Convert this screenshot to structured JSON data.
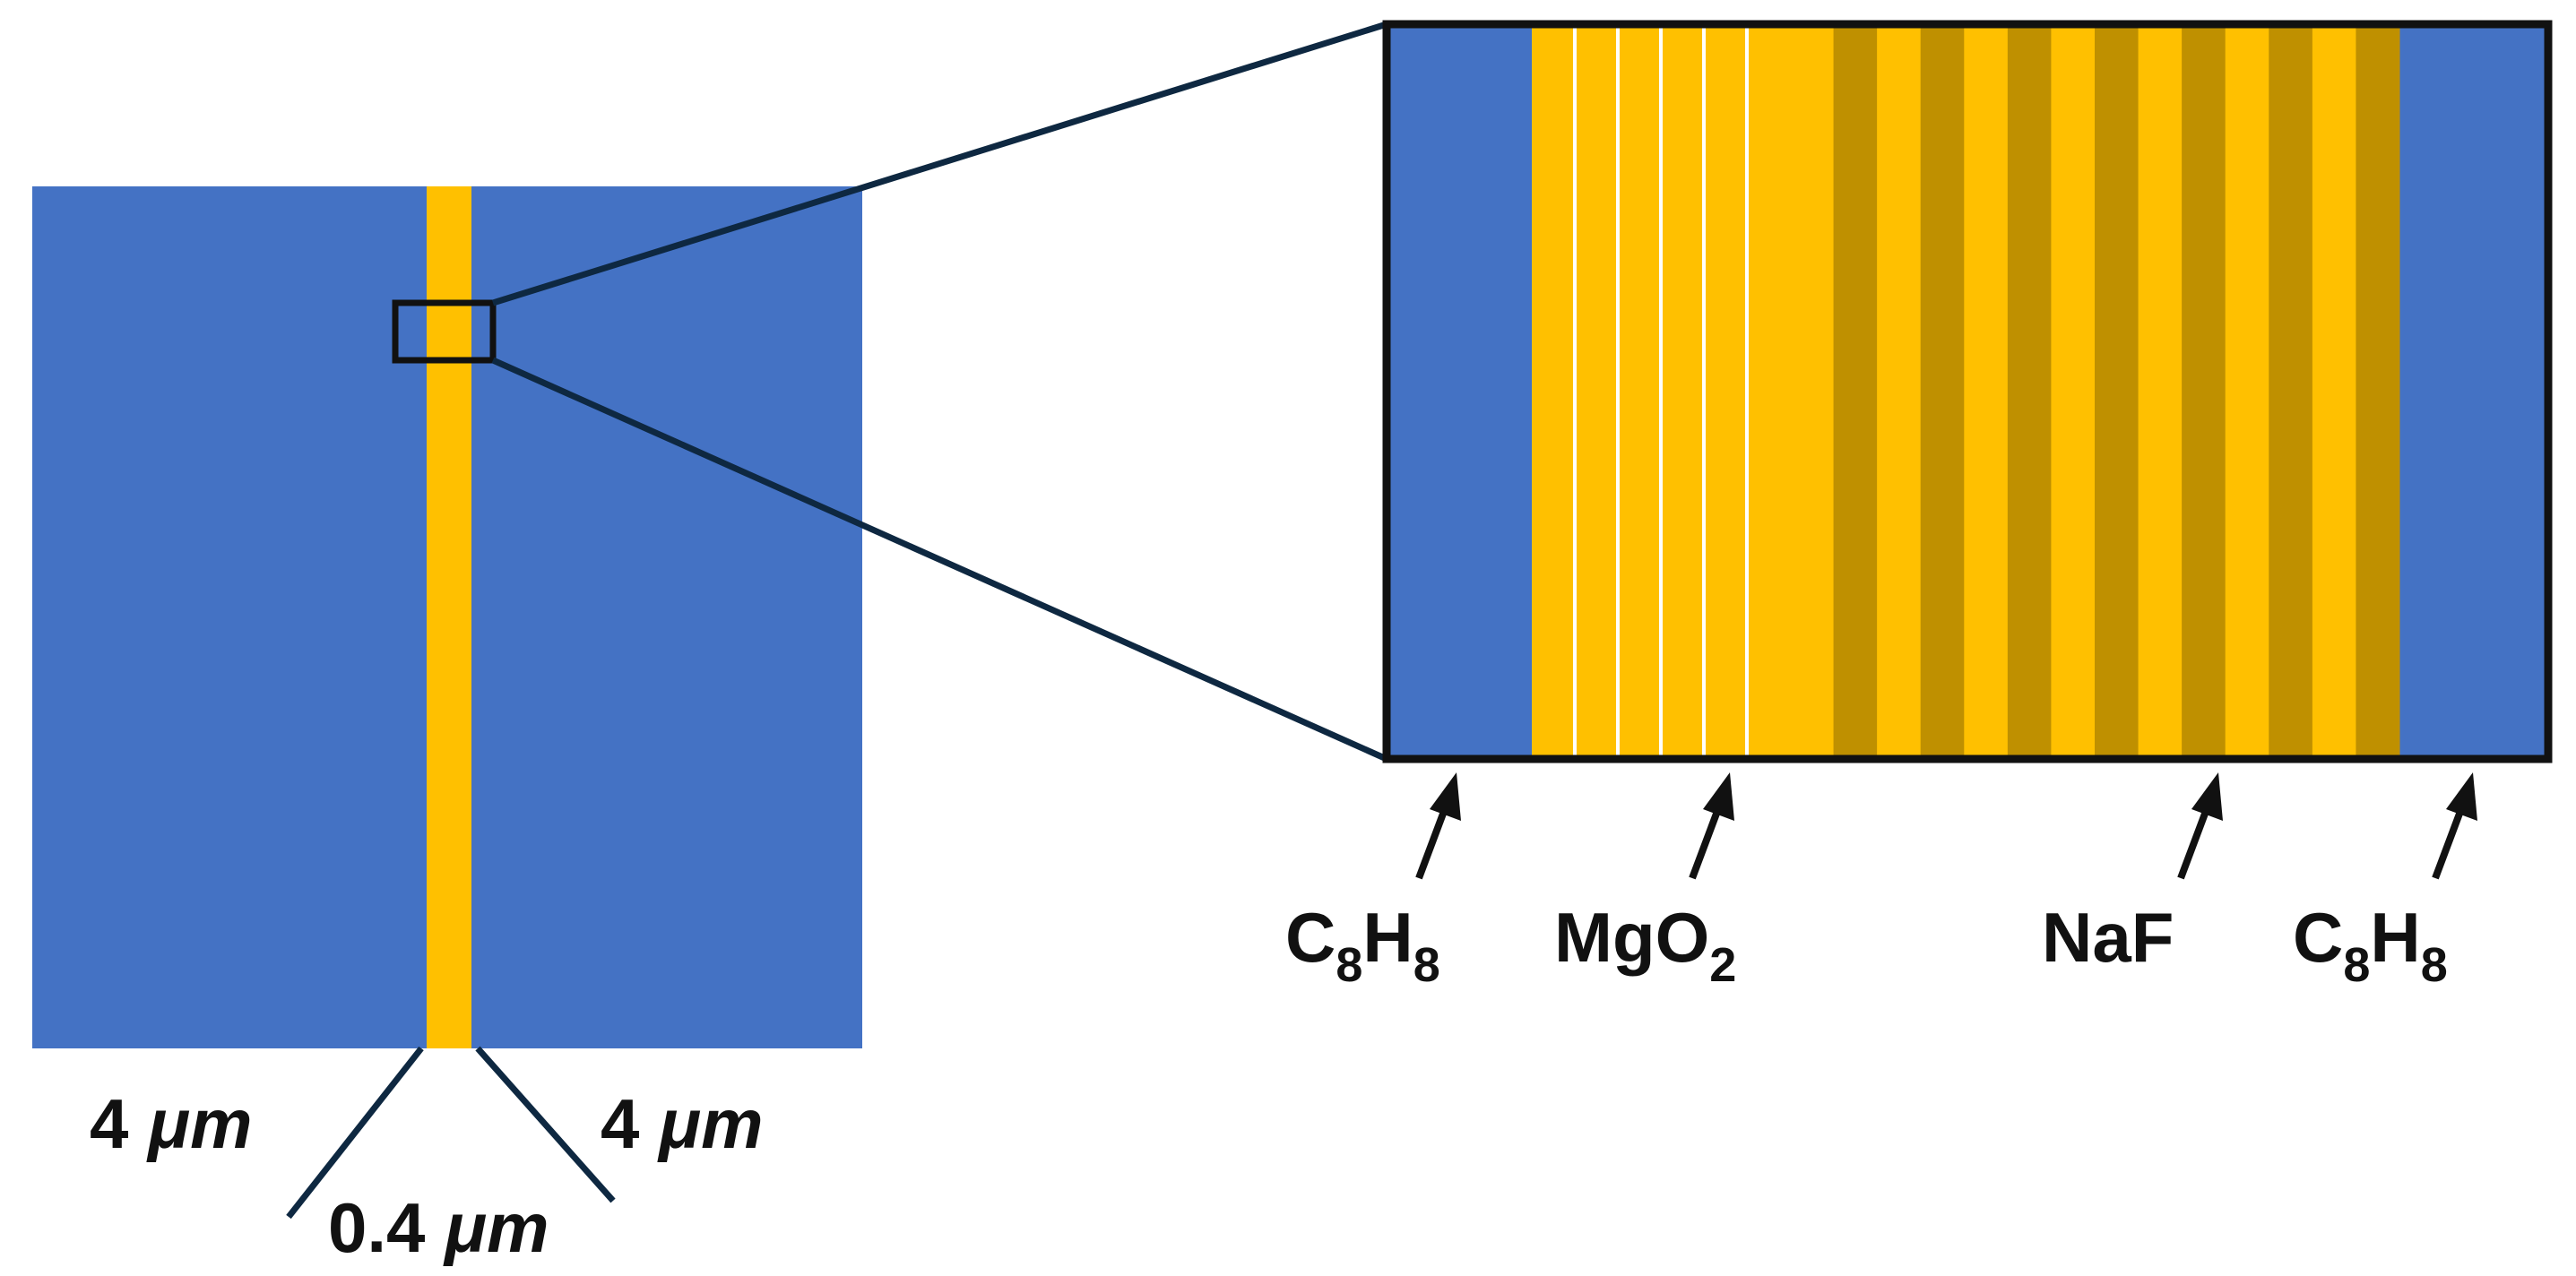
{
  "colors": {
    "blue": "#4472C4",
    "gold": "#FFC000",
    "dark_gold": "#BF9000",
    "line": "#0E2841",
    "black": "#111111",
    "white": "#FFFFFF"
  },
  "overview": {
    "dimensions": {
      "left_width": {
        "value": "4",
        "unit": "μm"
      },
      "core_width": {
        "value": "0.4",
        "unit": "μm"
      },
      "right_width": {
        "value": "4",
        "unit": "μm"
      }
    }
  },
  "detail": {
    "layers": {
      "mgo2_count": 6,
      "naf_count": 14
    },
    "labels": {
      "left_cladding": {
        "base1": "C",
        "sub1": "8",
        "base2": "H",
        "sub2": "8"
      },
      "mgo2": {
        "base1": "MgO",
        "sub1": "2"
      },
      "naf": {
        "text": "NaF"
      },
      "right_cladding": {
        "base1": "C",
        "sub1": "8",
        "base2": "H",
        "sub2": "8"
      }
    }
  }
}
